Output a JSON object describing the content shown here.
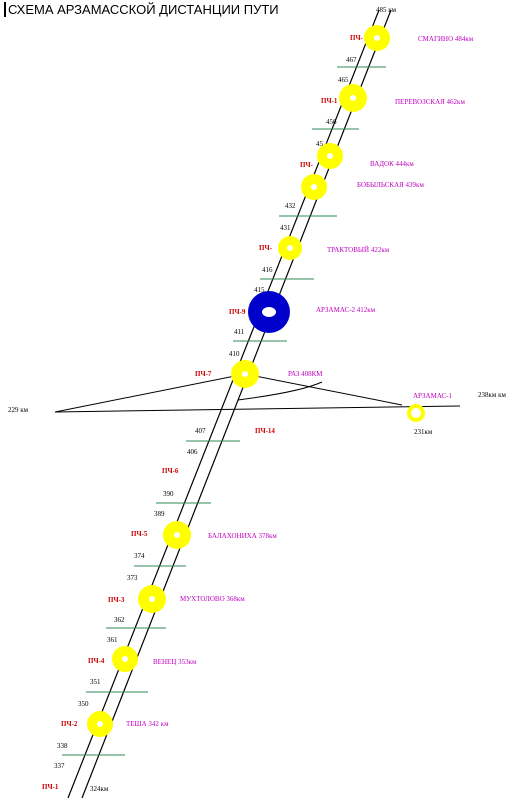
{
  "title": "СХЕМА АРЗАМАССКОЙ ДИСТАНЦИИ ПУТИ",
  "colors": {
    "station": "#ffff00",
    "station_hub": "#0000cc",
    "km_tick": "#2e8b57",
    "pch_label": "#cc0000",
    "station_label": "#c000c0"
  },
  "labels": {
    "top_km": "485 км",
    "bottom_km": "324км",
    "left_km": "229 км",
    "right_km": "238км км",
    "arzamas1_km": "231км"
  },
  "stations": [
    {
      "name": "СМАГИНО 484км",
      "pch": "ПЧ-"
    },
    {
      "name": "ПЕРЕВОЗСКАЯ 462км",
      "pch": "ПЧ-1"
    },
    {
      "name": "ВАДОК 444км",
      "pch": "ПЧ-"
    },
    {
      "name": "БОБЫЛЬСКАЯ 439км",
      "pch": ""
    },
    {
      "name": "ТРАКТОВЫЙ 422км",
      "pch": "ПЧ-"
    },
    {
      "name": "АРЗАМАС-2 412км",
      "pch": "ПЧ-9"
    },
    {
      "name": "РАЗ 408КМ",
      "pch": "ПЧ-7"
    },
    {
      "name": "АРЗАМАС-1",
      "pch": ""
    },
    {
      "name": "БАЛАХОНИХА 378км",
      "pch": "ПЧ-5"
    },
    {
      "name": "МУХТОЛОВО 368км",
      "pch": "ПЧ-3"
    },
    {
      "name": "ВЕНЕЦ 353км",
      "pch": "ПЧ-4"
    },
    {
      "name": "ТЕША 342 км",
      "pch": "ПЧ-2"
    }
  ],
  "extra_pch": [
    "ПЧ-14",
    "ПЧ-6",
    "ПЧ-1"
  ],
  "km_marks": [
    "467",
    "465",
    "456",
    "45",
    "432",
    "431",
    "416",
    "415",
    "411",
    "410",
    "407",
    "406",
    "390",
    "389",
    "374",
    "373",
    "362",
    "361",
    "351",
    "350",
    "338",
    "337"
  ]
}
